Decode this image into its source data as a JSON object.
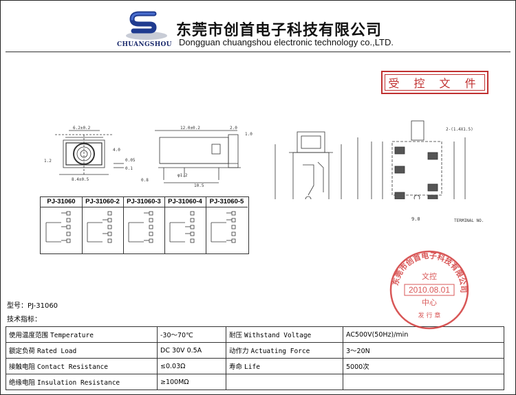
{
  "header": {
    "logo_text": "CHUANGSHOU",
    "company_cn": "东莞市创首电子科技有限公司",
    "company_en": "Dongguan chuangshou electronic technology co.,LTD."
  },
  "controlled_doc_label": "受 控 文 件",
  "drawing": {
    "dims_front": [
      "6.2±0.2",
      "8.4±0.5",
      "4.0",
      "1.2",
      "0.05",
      "0.1"
    ],
    "dims_side": [
      "12.0±0.2",
      "2.0",
      "1.0",
      "10.5",
      "φ1.2",
      "0.8"
    ],
    "dims_pcb": [
      "2-(1.4X1.5)",
      "9.0",
      "TERMINAL NO."
    ],
    "pin_models": [
      "PJ-31060",
      "PJ-31060-2",
      "PJ-31060-3",
      "PJ-31060-4",
      "PJ-31060-5"
    ]
  },
  "model_line": "型号：PJ-31060",
  "tech_title": "技术指标：",
  "specs": [
    {
      "label_cn": "使用温度范围",
      "label_en": "Temperature",
      "value": "-30～70℃",
      "label2_cn": "耐压",
      "label2_en": "Withstand Voltage",
      "value2": "AC500V(50Hz)/min"
    },
    {
      "label_cn": "额定负荷",
      "label_en": "Rated Load",
      "value": "DC 30V 0.5A",
      "label2_cn": "动作力",
      "label2_en": "Actuating Force",
      "value2": "3～20N"
    },
    {
      "label_cn": "接触电阻",
      "label_en": "Contact Resistance",
      "value": "≤0.03Ω",
      "label2_cn": "寿命",
      "label2_en": "Life",
      "value2": "5000次"
    },
    {
      "label_cn": "绝缘电阻",
      "label_en": "Insulation Resistance",
      "value": "≥100MΩ",
      "label2_cn": "",
      "label2_en": "",
      "value2": ""
    }
  ],
  "seal": {
    "ring_text": "东莞市创首电子科技有限公司",
    "top": "文控",
    "date": "2010.08.01",
    "center": "中心",
    "bottom": "发 行 章"
  },
  "colors": {
    "seal_red": "#d23a3a",
    "logo_blue": "#1f3b8f",
    "line": "#333333"
  }
}
